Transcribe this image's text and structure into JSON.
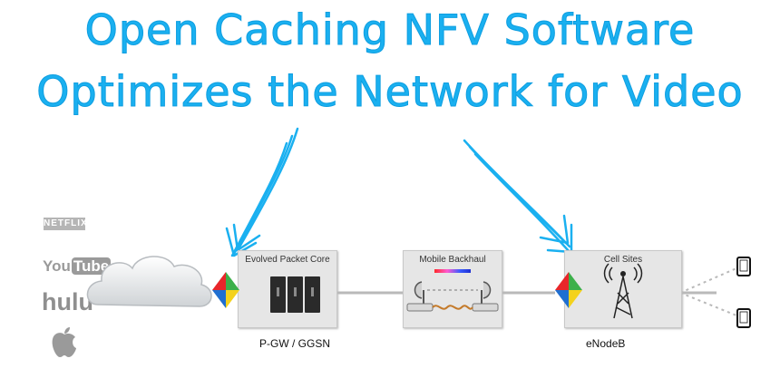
{
  "title": {
    "line1": "Open Caching NFV Software",
    "line2": "Optimizes the Network for Video"
  },
  "content_logos": {
    "netflix": "NETFLIX",
    "youtube_you": "You",
    "youtube_tube": "Tube",
    "hulu": "hulu",
    "apple": "apple-icon"
  },
  "nodes": {
    "packet_core": {
      "label": "Evolved Packet Core",
      "caption": "P-GW / GGSN"
    },
    "backhaul": {
      "label": "Mobile Backhaul"
    },
    "cell_sites": {
      "label": "Cell Sites",
      "caption": "eNodeB"
    }
  },
  "colors": {
    "title": "#1ab0f0",
    "arrow": "#1ab0f0",
    "diamond_red": "#e8262a",
    "diamond_green": "#3cb04a",
    "diamond_yellow": "#f4d21c",
    "diamond_blue": "#1f6fd1"
  }
}
